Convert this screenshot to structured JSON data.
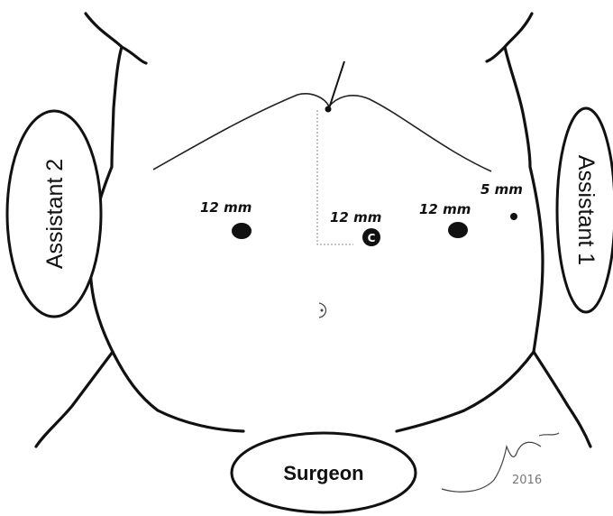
{
  "diagram": {
    "positions": {
      "assistant_left": "Assistant 2",
      "assistant_right": "Assistant 1",
      "surgeon": "Surgeon"
    },
    "ports": [
      {
        "id": "left-12",
        "label": "12 mm"
      },
      {
        "id": "camera-12",
        "label": "12 mm",
        "marker": "C"
      },
      {
        "id": "right-12",
        "label": "12 mm"
      },
      {
        "id": "right-5",
        "label": "5 mm"
      }
    ],
    "signature_year": "2016"
  }
}
